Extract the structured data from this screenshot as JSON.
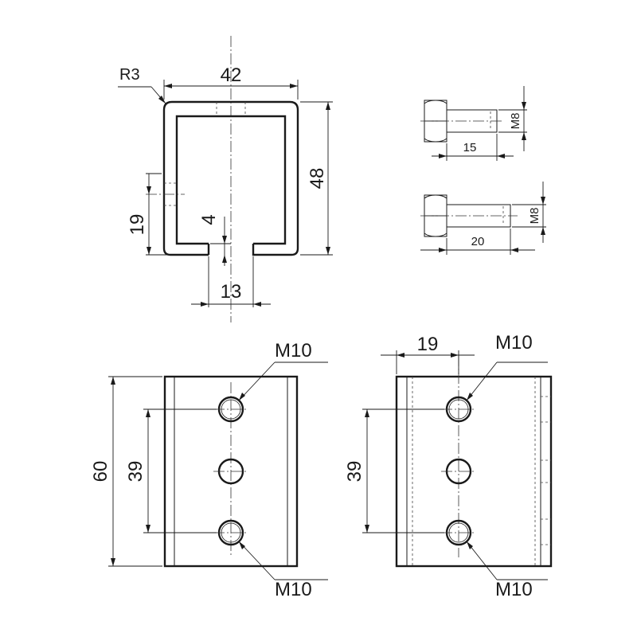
{
  "profile_view": {
    "radius_label": "R3",
    "width_label": "42",
    "height_label": "48",
    "lip_height_label": "19",
    "lip_thickness_label": "4",
    "slot_width_label": "13"
  },
  "bolt_short": {
    "thread_label": "M8",
    "length_label": "15"
  },
  "bolt_long": {
    "thread_label": "M8",
    "length_label": "20"
  },
  "plate_front": {
    "height_label": "60",
    "hole_spacing_label": "39",
    "top_hole_label": "M10",
    "bottom_hole_label": "M10"
  },
  "plate_side": {
    "offset_label": "19",
    "hole_spacing_label": "39",
    "top_hole_label": "M10",
    "bottom_hole_label": "M10"
  }
}
